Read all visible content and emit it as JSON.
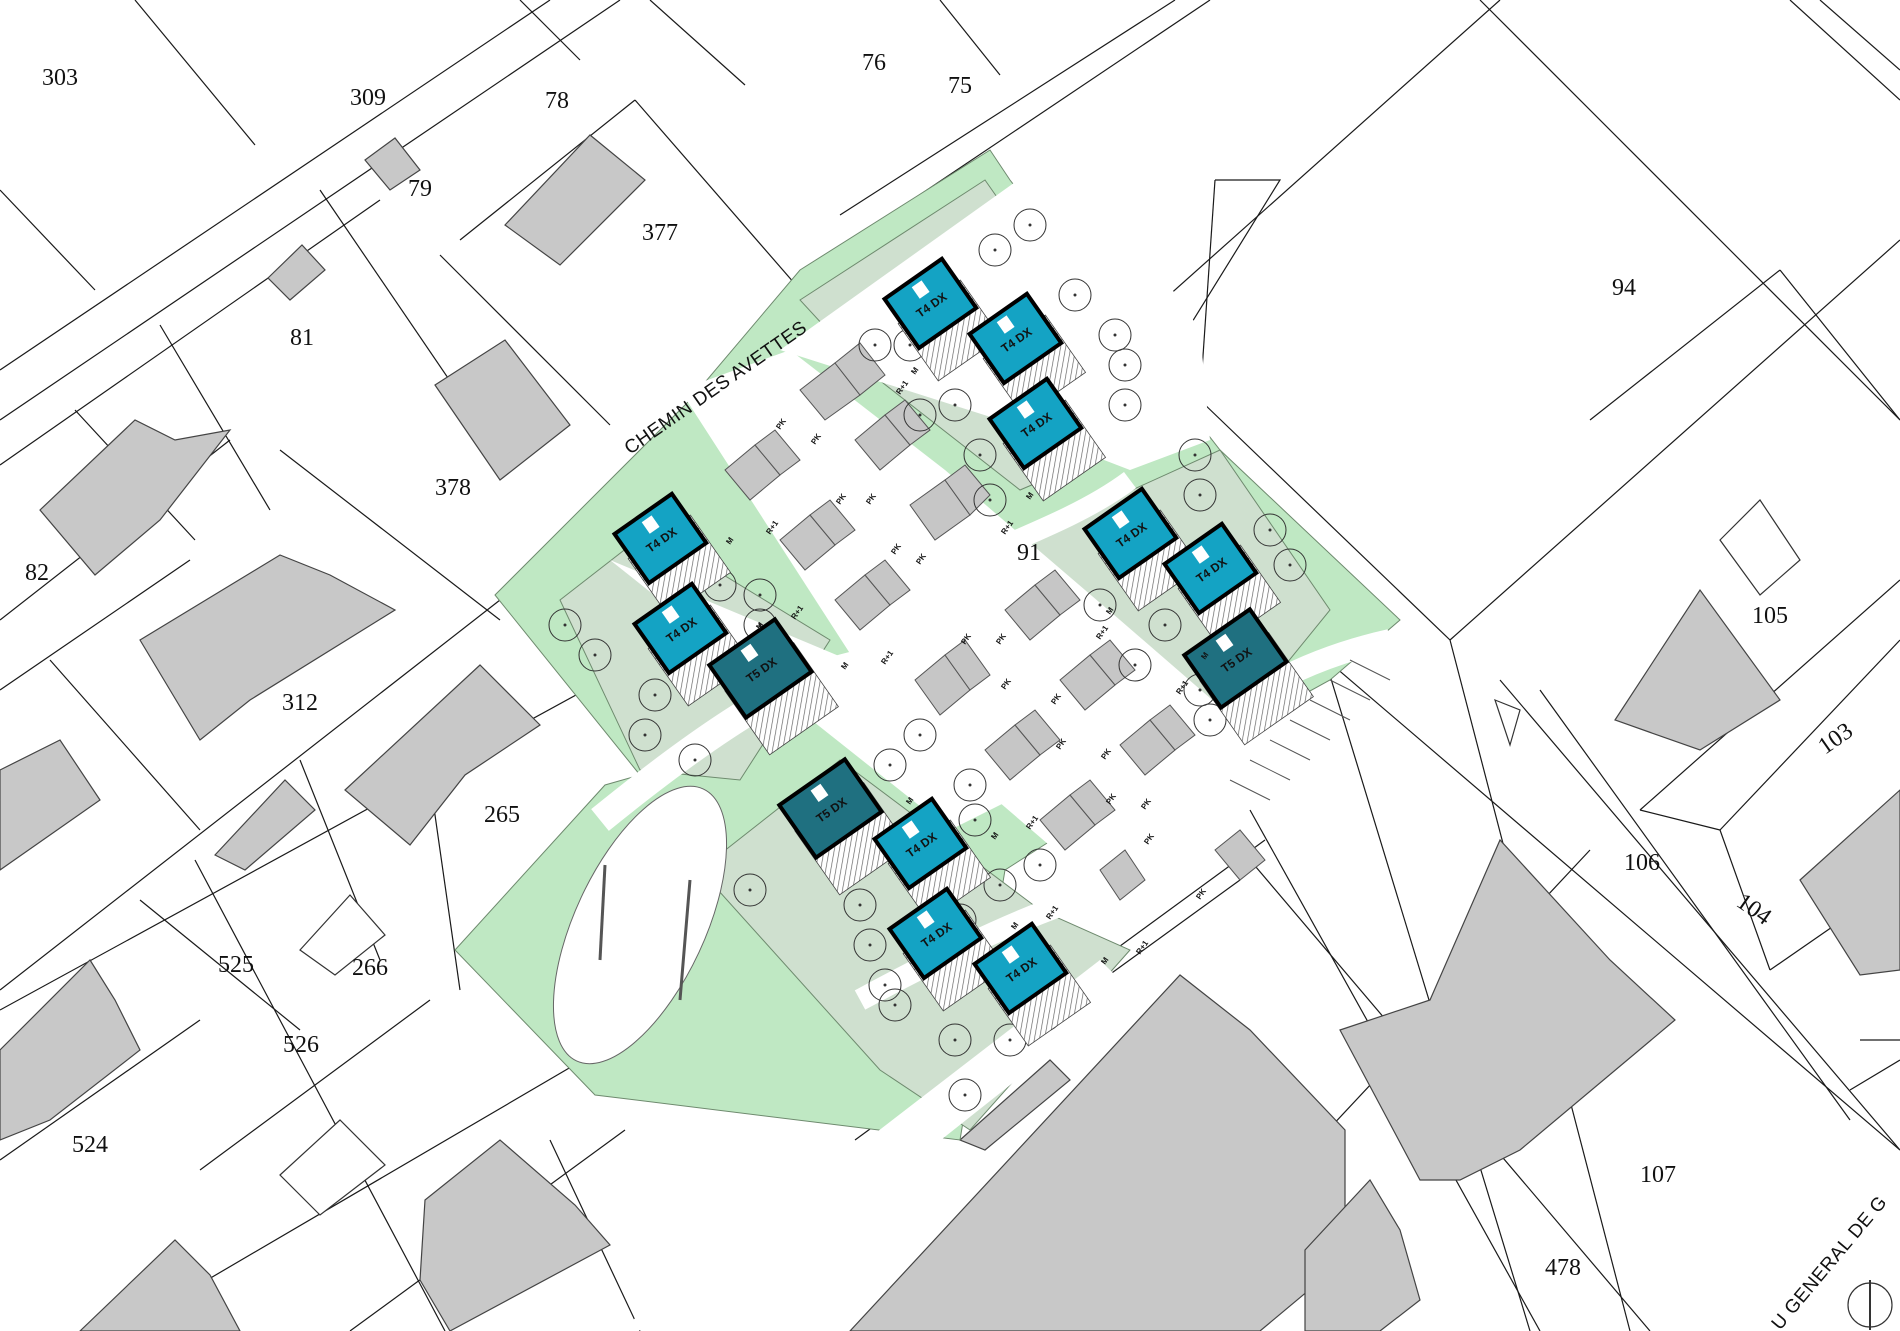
{
  "map": {
    "street_labels": [
      {
        "id": "chemin-des-avettes",
        "text": "CHEMIN DES AVETTES"
      },
      {
        "id": "general",
        "text": "U GENERAL DE G"
      }
    ],
    "parcel_numbers": [
      "303",
      "309",
      "78",
      "76",
      "75",
      "79",
      "377",
      "94",
      "81",
      "378",
      "82",
      "91",
      "105",
      "312",
      "103",
      "265",
      "106",
      "104",
      "525",
      "266",
      "526",
      "524",
      "107",
      "478"
    ],
    "house_types": {
      "t4": "T4 DX",
      "t5": "T5 DX"
    },
    "small_labels": {
      "parking": "PK",
      "level": "R+1",
      "entry": "M"
    },
    "colors": {
      "green_space": "#bfe8c3",
      "garden": "#cfe0cf",
      "house_t4": "#14a3c4",
      "house_t5": "#1f7080",
      "existing_building": "#c8c8c8"
    }
  }
}
